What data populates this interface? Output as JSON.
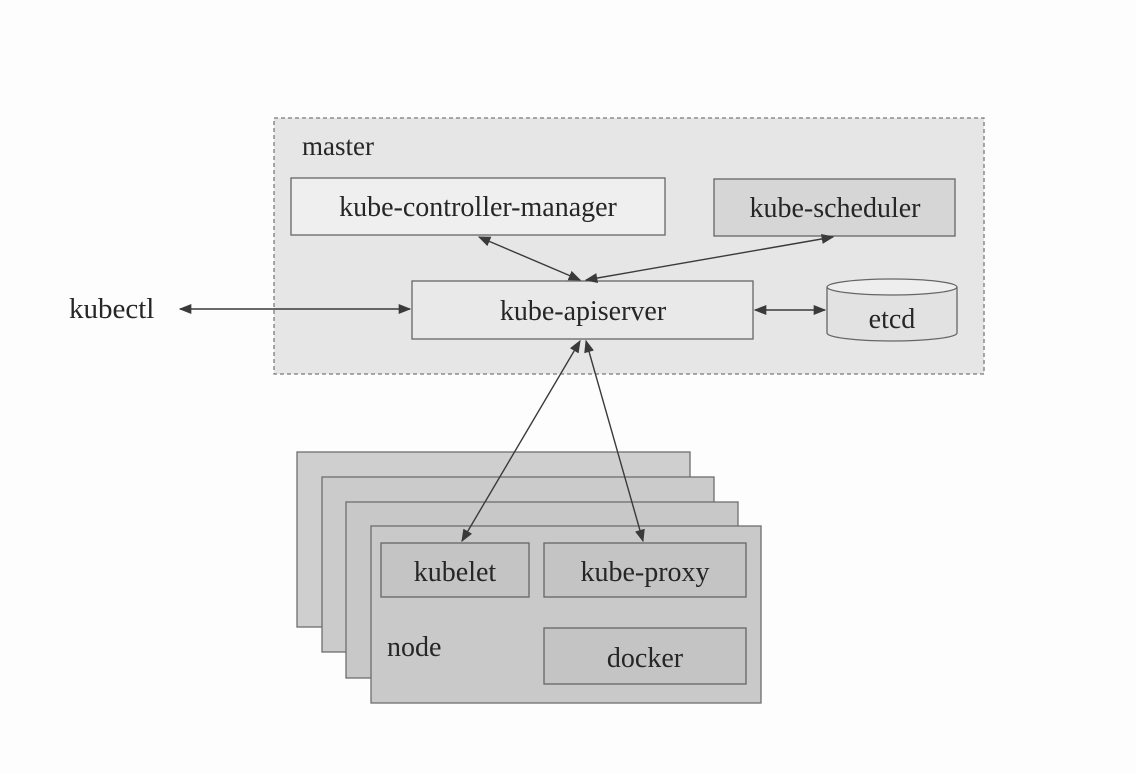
{
  "master": {
    "title": "master",
    "components": {
      "controller_manager": "kube-controller-manager",
      "scheduler": "kube-scheduler",
      "apiserver": "kube-apiserver",
      "etcd": "etcd"
    }
  },
  "client": {
    "kubectl": "kubectl"
  },
  "node": {
    "title": "node",
    "components": {
      "kubelet": "kubelet",
      "proxy": "kube-proxy",
      "docker": "docker"
    }
  },
  "colors": {
    "master_fill": "#e6e6e6",
    "master_border": "#7a7a7a",
    "component_fill": "#efefef",
    "scheduler_fill": "#d6d6d6",
    "node_fill": "#c9c9c9",
    "node_component_fill": "#c4c4c4",
    "arrow": "#3a3a3a"
  }
}
